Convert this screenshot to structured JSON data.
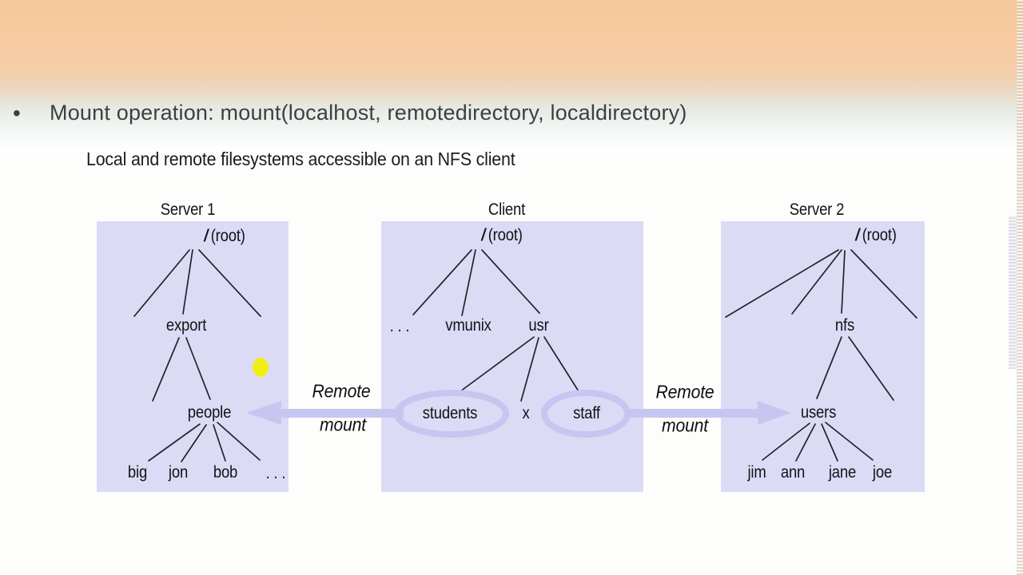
{
  "colors": {
    "box_fill": "#dcdbf6",
    "arrow": "#c7c6f0",
    "tree_line": "#232329",
    "laser_dot": "#f1ee16",
    "bullet_text": "#3c4043",
    "figure_text": "#121316"
  },
  "bullet": {
    "marker": "•",
    "text": "Mount operation: mount(localhost, remotedirectory, localdirectory)"
  },
  "figure": {
    "caption": "Local and remote filesystems accessible on an NFS client",
    "server1": {
      "title": "Server 1",
      "root_slash": "/",
      "root_label": "(root)",
      "export": "export",
      "people": "people",
      "big": "big",
      "jon": "jon",
      "bob": "bob",
      "ellipsis": ". . ."
    },
    "client": {
      "title": "Client",
      "root_slash": "/",
      "root_label": "(root)",
      "ellipsis": ". . .",
      "vmunix": "vmunix",
      "usr": "usr",
      "students": "students",
      "x": "x",
      "staff": "staff"
    },
    "server2": {
      "title": "Server 2",
      "root_slash": "/",
      "root_label": "(root)",
      "nfs": "nfs",
      "users": "users",
      "jim": "jim",
      "ann": "ann",
      "jane": "jane",
      "joe": "joe"
    },
    "mount_left": {
      "line1": "Remote",
      "line2": "mount"
    },
    "mount_right": {
      "line1": "Remote",
      "line2": "mount"
    }
  }
}
